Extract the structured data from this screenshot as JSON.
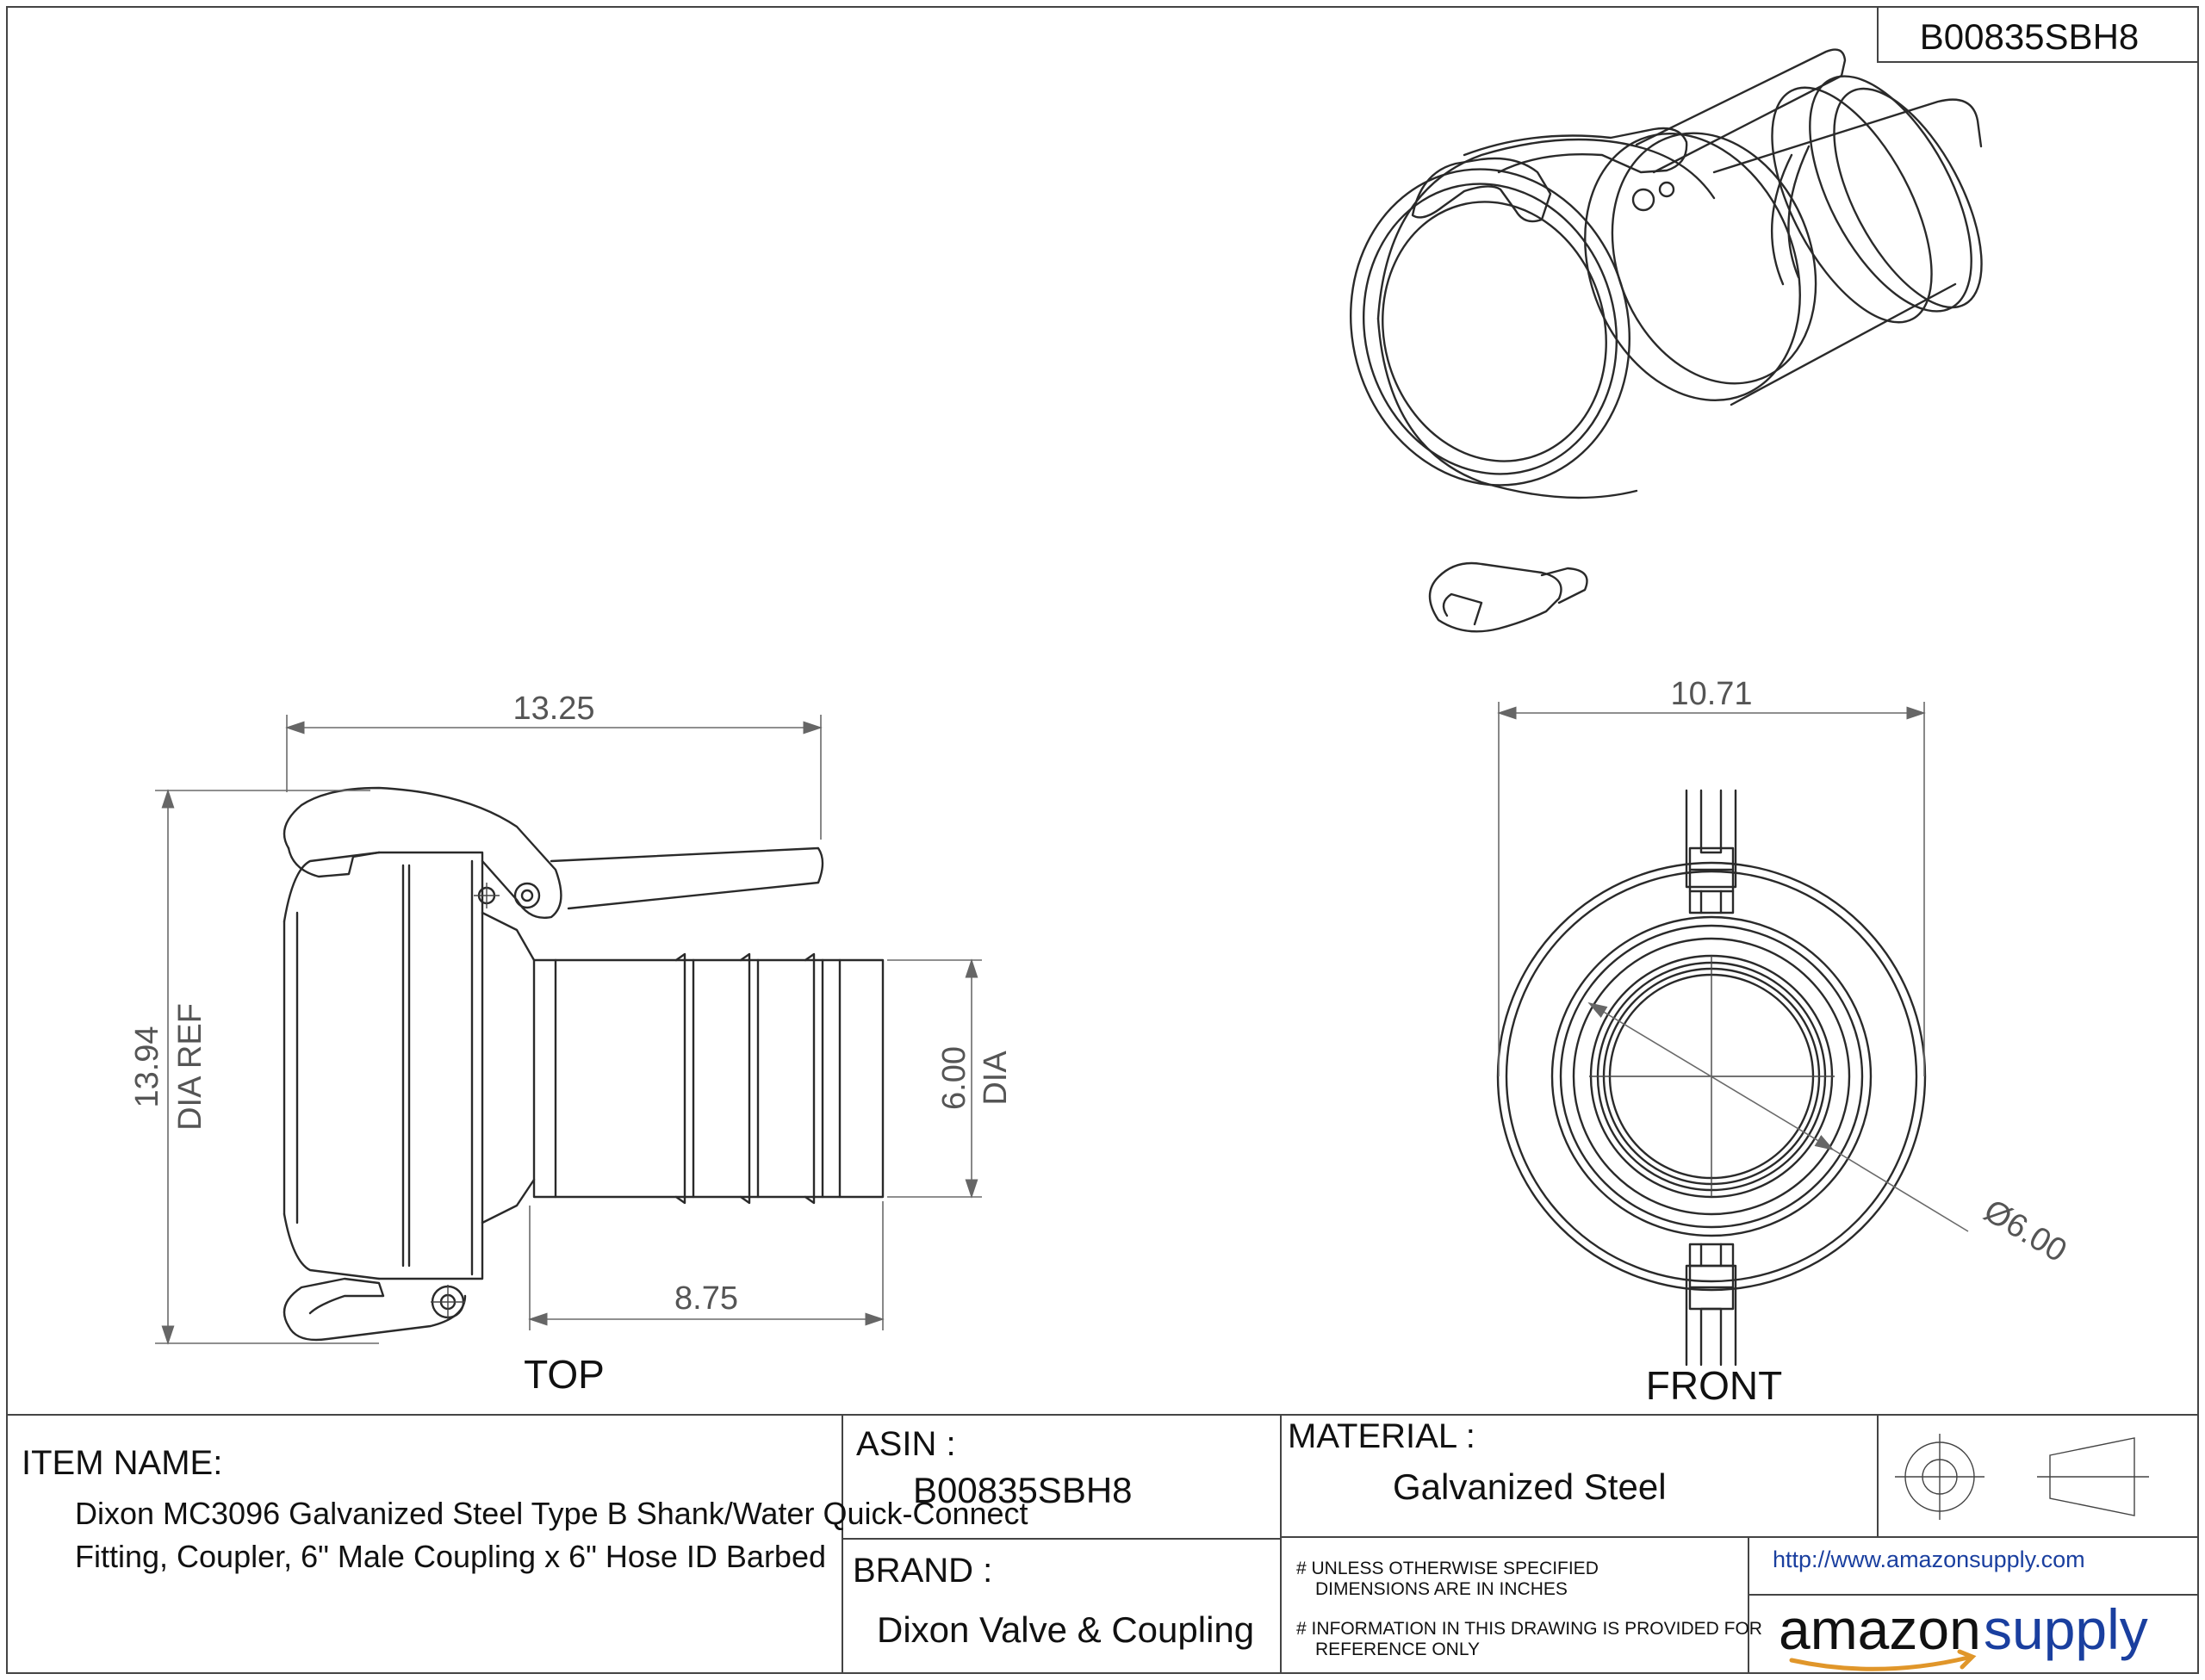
{
  "header": {
    "part_number": "B00835SBH8"
  },
  "views": {
    "top": {
      "title": "TOP",
      "dim_overall_length": "13.25",
      "dim_shank_length": "8.75",
      "dim_coupling_dia": "13.94",
      "dim_coupling_dia_note": "DIA REF",
      "dim_hose_dia": "6.00",
      "dim_hose_dia_note": "DIA"
    },
    "front": {
      "title": "FRONT",
      "dim_width": "10.71",
      "dim_bore": "Ø6.00"
    }
  },
  "title_block": {
    "item_name_label": "ITEM NAME:",
    "item_name_line1": "Dixon MC3096 Galvanized Steel Type B Shank/Water Quick-Connect",
    "item_name_line2": "Fitting, Coupler, 6\" Male Coupling x 6\" Hose ID Barbed",
    "asin_label": "ASIN :",
    "asin_value": "B00835SBH8",
    "brand_label": "BRAND :",
    "brand_value": "Dixon Valve & Coupling",
    "material_label": "MATERIAL :",
    "material_value": "Galvanized Steel",
    "note1_line1": "# UNLESS OTHERWISE SPECIFIED",
    "note1_line2": "DIMENSIONS ARE IN INCHES",
    "note2_line1": "# INFORMATION IN THIS DRAWING IS PROVIDED FOR",
    "note2_line2": "REFERENCE ONLY",
    "url": "http://www.amazonsupply.com",
    "logo_word1": "amazon",
    "logo_word2": "supply"
  },
  "colors": {
    "logo_accent": "#1a3f9f",
    "line": "#2a2a2a"
  }
}
